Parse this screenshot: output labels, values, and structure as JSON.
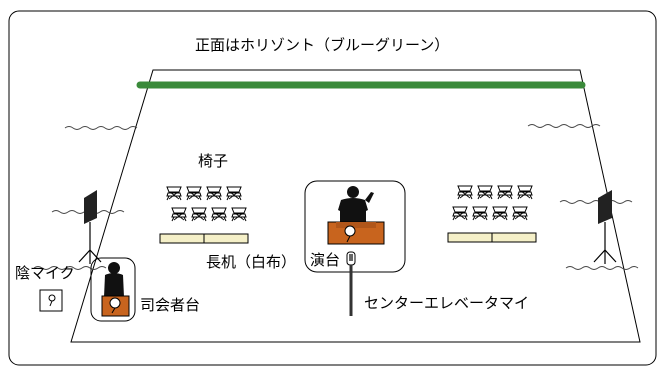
{
  "labels": {
    "title": "正面はホリゾント（ブルーグリーン）",
    "chairs": "椅子",
    "long_desk": "長机（白布）",
    "podium": "演台",
    "shadow_mic": "陰マイク",
    "mc_stand": "司会者台",
    "center_mic": "センターエレベータマイ"
  },
  "colors": {
    "horizont_line": "#3a8a3a",
    "podium_wood": "#c8641e",
    "desk_cloth": "#f5f0c8",
    "outline": "#000000",
    "speaker_silhouette": "#111111"
  },
  "icons": {
    "speaker_left": "pa-speaker-on-tripod",
    "speaker_right": "pa-speaker-on-tripod",
    "shadow_mic_box": "microphone-icon",
    "center_mic": "elevator-microphone",
    "podium_speaker": "speaker-person-at-podium",
    "mc_person": "mc-person-at-stand"
  }
}
